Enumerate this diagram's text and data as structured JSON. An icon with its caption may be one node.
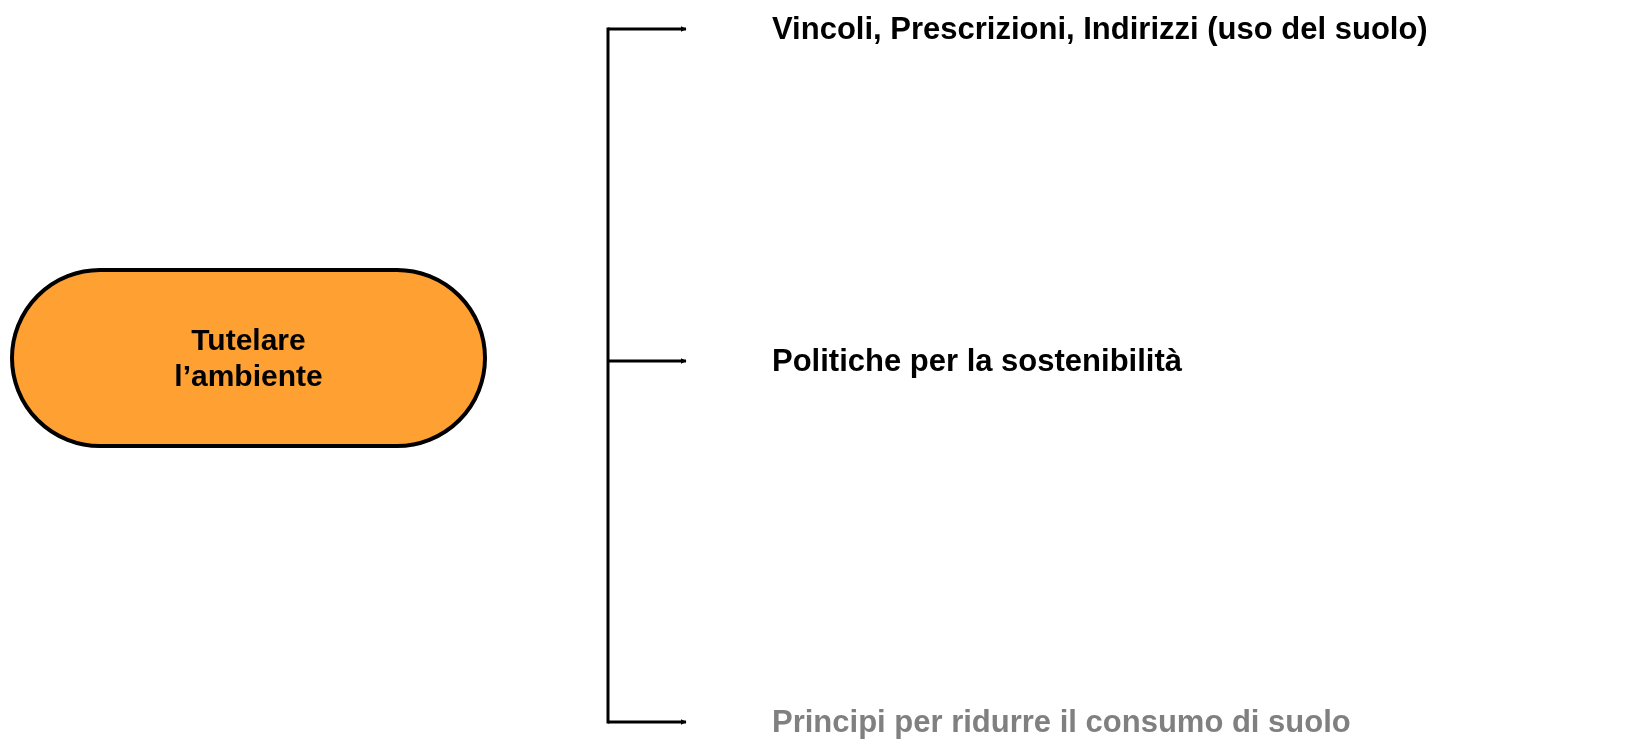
{
  "diagram": {
    "nodes": [
      {
        "text": [
          "Tutelare l’ambiente"
        ]
      },
      {
        "text": [
          "Vincoli, Prescrizioni, Indirizzi (uso del suolo)"
        ]
      },
      {
        "text": [
          "Politiche per la sostenibilità"
        ]
      },
      {
        "text": [
          "Principi per ridurre il consumo di suolo"
        ]
      }
    ],
    "edges": [
      {
        "from": null,
        "to": 1,
        "arrow": "to"
      },
      {
        "from": null,
        "to": 2,
        "arrow": "to"
      },
      {
        "from": null,
        "to": 3,
        "arrow": "to"
      }
    ]
  }
}
